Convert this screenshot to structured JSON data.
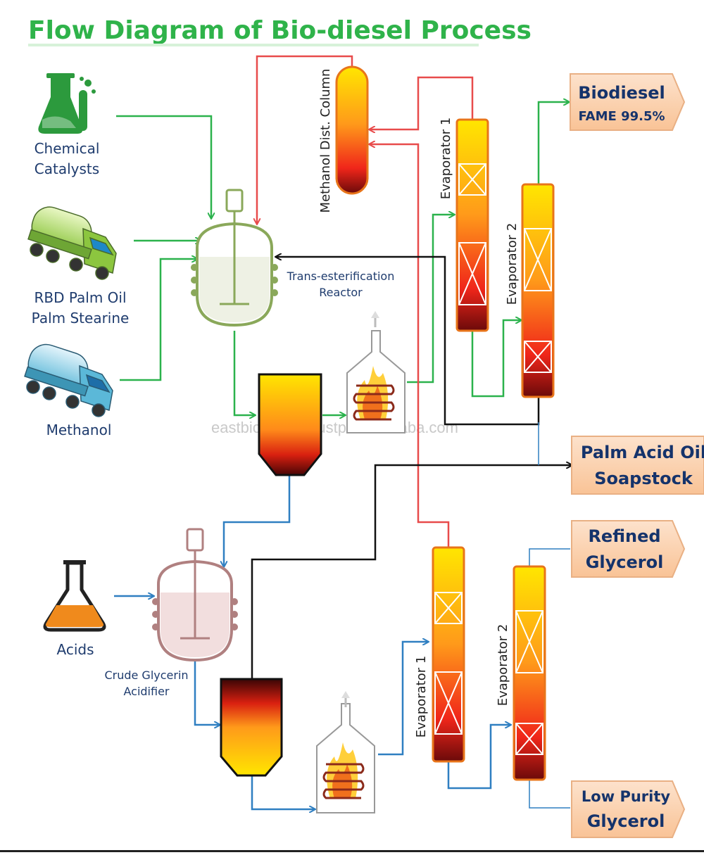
{
  "title": "Flow Diagram of Bio-diesel Process",
  "watermark": "eastbiofuel99.trustpass.alibaba.com",
  "inputs": {
    "chemical_catalysts": [
      "Chemical",
      "Catalysts"
    ],
    "palm_oil": [
      "RBD Palm Oil",
      "Palm Stearine"
    ],
    "methanol": "Methanol",
    "acids": "Acids"
  },
  "equipment": {
    "reactor": [
      "Trans-esterification",
      "Reactor"
    ],
    "dist_column": "Methanol Dist. Column",
    "evap1_top": "Evaporator 1",
    "evap2_top": "Evaporator 2",
    "acidifier": [
      "Crude Glycerin",
      "Acidifier"
    ],
    "evap1_bottom": "Evaporator 1",
    "evap2_bottom": "Evaporator 2"
  },
  "outputs": {
    "biodiesel": [
      "Biodiesel",
      "FAME 99.5%"
    ],
    "palm_acid_oil": [
      "Palm Acid Oil",
      "Soapstock"
    ],
    "refined_glycerol": [
      "Refined",
      "Glycerol"
    ],
    "low_purity_glycerol": [
      "Low Purity",
      "Glycerol"
    ]
  },
  "colors": {
    "green_line": "#2bb24c",
    "red_line": "#e84b4b",
    "blue_line": "#2f7fc1",
    "black_line": "#111111",
    "output_fill": "#fbd3b3",
    "label_blue": "#1f3c6e"
  }
}
